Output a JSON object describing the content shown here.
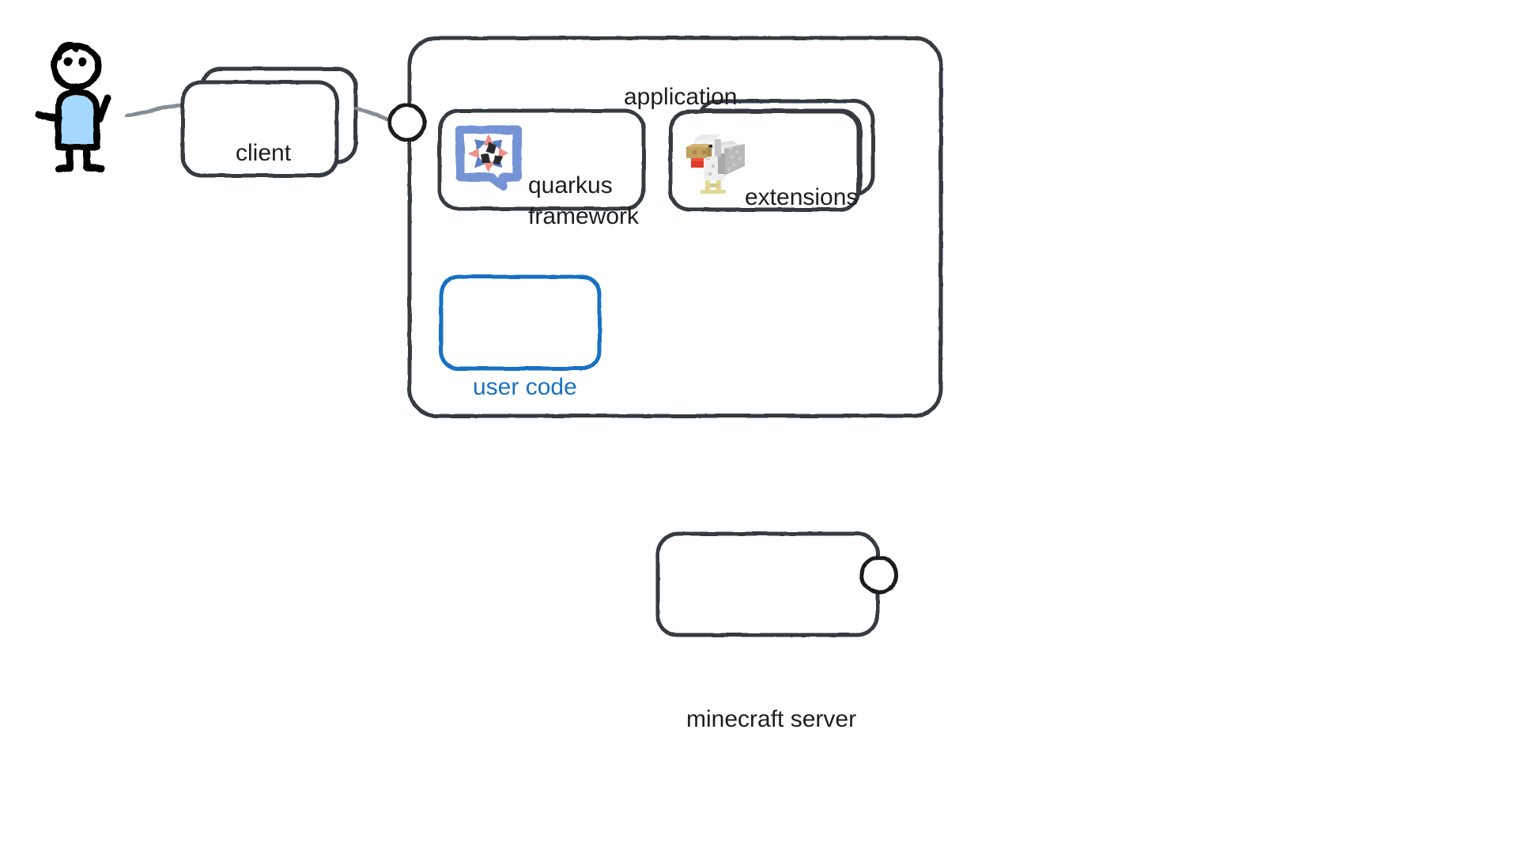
{
  "diagram": {
    "type": "architecture-sketch",
    "style": "hand-drawn",
    "background": "#ffffff",
    "stroke_color": "#343a40",
    "accent_color": "#1971c2",
    "actor": {
      "name": "user-actor",
      "body_fill": "#a5d8ff",
      "stroke": "#000000"
    },
    "nodes": [
      {
        "id": "client",
        "label": "client",
        "shape": "stacked-rounded-rectangle",
        "stack_count": 2
      },
      {
        "id": "application",
        "label": "application",
        "shape": "rounded-rectangle",
        "stack_count": 1
      },
      {
        "id": "quarkus-framework",
        "label": "quarkus\nframework",
        "label_line1": "quarkus",
        "label_line2": "framework",
        "shape": "rounded-rectangle",
        "icon": "quarkus-logo-icon",
        "stack_count": 1
      },
      {
        "id": "extensions",
        "label": "extensions",
        "shape": "stacked-rounded-rectangle",
        "icon": "minecraft-chicken-icon",
        "stack_count": 3
      },
      {
        "id": "user-code",
        "label": "user code",
        "shape": "rounded-rectangle",
        "stroke": "#1971c2",
        "text_color": "#1971c2"
      },
      {
        "id": "minecraft-server",
        "label": "minecraft server",
        "shape": "rounded-rectangle",
        "has_socket": true
      }
    ],
    "connectors": [
      {
        "id": "actor-to-client",
        "from": "user-actor",
        "to": "client",
        "style": "line",
        "color": "#868e96"
      },
      {
        "id": "client-to-application",
        "from": "client",
        "to": "application",
        "style": "line-with-socket",
        "color": "#868e96"
      }
    ],
    "sockets": [
      {
        "id": "application-socket",
        "attached_to": "application"
      },
      {
        "id": "minecraft-server-socket",
        "attached_to": "minecraft-server"
      }
    ]
  },
  "labels": {
    "client": "client",
    "application": "application",
    "quarkus_line1": "quarkus",
    "quarkus_line2": "framework",
    "extensions": "extensions",
    "user_code": "user code",
    "minecraft_server": "minecraft server"
  },
  "colors": {
    "stroke": "#343a40",
    "ink": "#1e1e1e",
    "accent_blue": "#1971c2",
    "line_gray": "#868e96",
    "actor_fill": "#a5d8ff",
    "quarkus_blue": "#6e8fd4",
    "quarkus_salmon": "#ef9a94",
    "quarkus_dark": "#2b2b2b",
    "chicken_white": "#e8e8e8",
    "chicken_beak": "#c3a15e",
    "chicken_wattle": "#e03a28",
    "chicken_legs": "#e3d896"
  }
}
